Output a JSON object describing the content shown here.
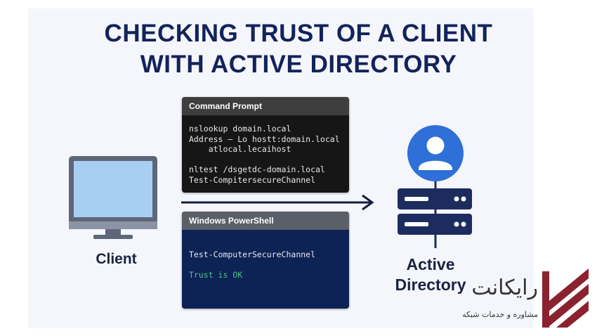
{
  "title": {
    "line1": "CHECKING TRUST OF A CLIENT",
    "line2": "WITH ACTIVE DIRECTORY"
  },
  "client": {
    "label": "Client",
    "icon": "desktop-monitor-icon"
  },
  "command_prompt": {
    "title": "Command Prompt",
    "lines": [
      "nslookup domain.local",
      "Address – Lo hostt:domain.local",
      "    atlocal.lecaihost",
      "",
      "nltest /dsgetdc-domain.local",
      "Test-CompitersecureChannel"
    ]
  },
  "powershell": {
    "title": "Windows PowerShell",
    "lines": [
      "Test-ComputerSecureChannel",
      "",
      "Trust is OK"
    ]
  },
  "active_directory": {
    "label_line1": "Active",
    "label_line2": "Directory",
    "icon": "server-user-icon"
  },
  "brand": {
    "name": "رایکانت",
    "subtitle": "مشاوره و خدمات شبکه"
  },
  "colors": {
    "title": "#13235a",
    "accent_blue": "#2f6fd8",
    "server": "#1c2c5e",
    "powershell_bg": "#0d2255",
    "trust_ok": "#4fc38b",
    "brand_red": "#8a2230"
  }
}
